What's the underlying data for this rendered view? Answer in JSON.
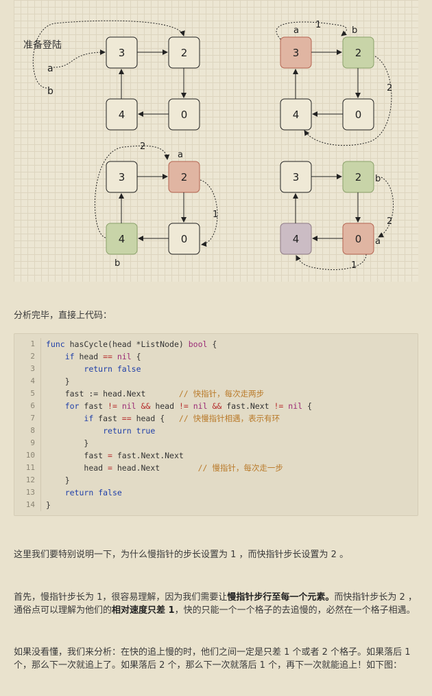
{
  "diagram": {
    "panels": [
      {
        "nodes": [
          "3",
          "2",
          "0",
          "4"
        ],
        "start_label": "准备登陆",
        "pointer_a": "a",
        "pointer_b": "b"
      },
      {
        "nodes": [
          "3",
          "2",
          "0",
          "4"
        ],
        "pointer_a": "a",
        "pointer_b": "b",
        "hop_top": "1",
        "hop_right": "2"
      },
      {
        "nodes": [
          "3",
          "2",
          "0",
          "4"
        ],
        "pointer_a": "a",
        "pointer_b": "b",
        "hop_top": "2",
        "hop_right": "1"
      },
      {
        "nodes": [
          "3",
          "2",
          "0",
          "4"
        ],
        "pointer_a": "a",
        "pointer_b": "b",
        "hop_right": "2",
        "hop_bottom": "1"
      }
    ],
    "colors": {
      "slow_node": "#e0b5a2",
      "fast_node": "#c8d4a8",
      "meet_node": "#cbbcc4",
      "plain_node": "#efe9d6",
      "stroke": "#222222"
    }
  },
  "text": {
    "intro": "分析完毕，直接上代码：",
    "p1": "这里我们要特别说明一下，为什么慢指针的步长设置为 1 ，而快指针步长设置为 2 。",
    "p2_a": "首先，慢指针步长为 1，很容易理解，因为我们需要让",
    "p2_b": "慢指针步行至每一个元素。",
    "p2_c": "而快指针步长为 2 ，",
    "p2_d": "通俗点可以理解为他们的",
    "p2_e": "相对速度只差 1",
    "p2_f": "，快的只能一个一个格子的去追慢的，必然在一个格子相遇。",
    "p3_line1": "如果没看懂，我们来分析：在快的追上慢的时，他们之间一定是只差 1 个或者 2 个格子。如果落后 1",
    "p3_line2": "个，那么下一次就追上了。如果落后 2 个，那么下一次就落后 1 个，再下一次就能追上！如下图："
  },
  "code": {
    "line_numbers": [
      "1",
      "2",
      "3",
      "4",
      "5",
      "6",
      "7",
      "8",
      "9",
      "10",
      "11",
      "12",
      "13",
      "14"
    ],
    "t": {
      "func": "func",
      "fname": " hasCycle(head *ListNode) ",
      "bool": "bool",
      "brace": " {",
      "indent1": "    ",
      "indent2": "        ",
      "indent3": "            ",
      "if": "if",
      "head_sp": " head ",
      "eqeq": "==",
      "nil": "nil",
      "return": "return",
      "false": "false",
      "true": "true",
      "close": "}",
      "fast_assign": "fast := head.Next",
      "c_fast": "// 快指针，每次走两步",
      "for": "for",
      "fast_sp": " fast ",
      "neq": "!=",
      "and": "&&",
      "head_neq": " head ",
      "fastnext_sp": " fast.Next ",
      "fast_eq": " fast ",
      "head_brace": " head {",
      "c_meet": "// 快慢指针相遇，表示有环",
      "fast_next2": "fast ",
      "eq": "=",
      "fast_next2_val": " fast.Next.Next",
      "head_next": "head ",
      "head_next_val": " head.Next",
      "c_slow": "// 慢指针，每次走一步",
      "sp": " ",
      "sp_brace": " {"
    }
  }
}
